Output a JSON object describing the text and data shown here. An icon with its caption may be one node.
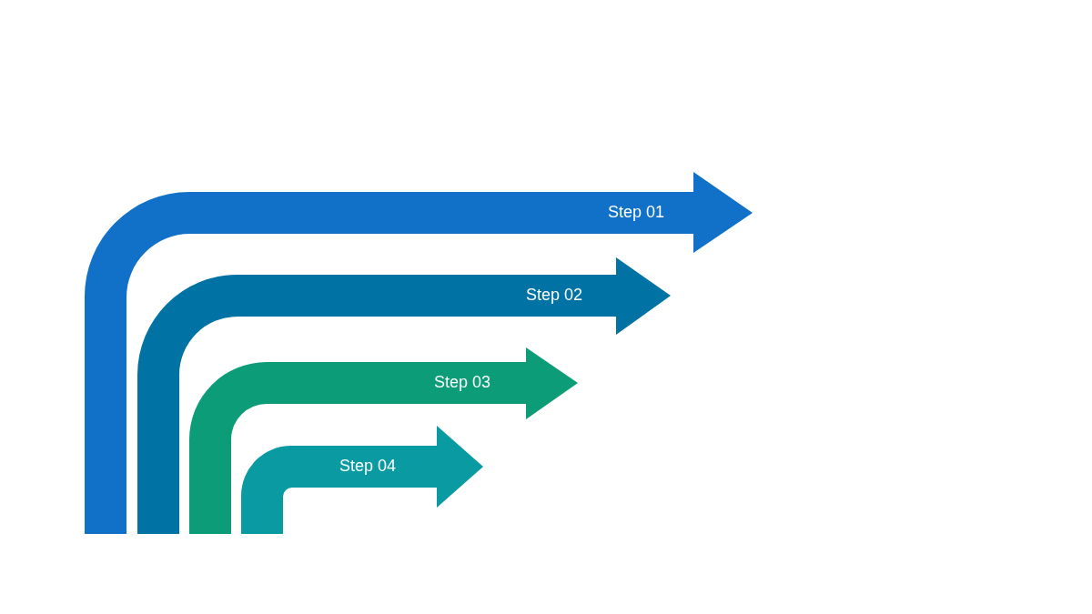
{
  "diagram": {
    "nodes": [
      {
        "text": [
          "Step 01"
        ]
      },
      {
        "text": [
          "Step 02"
        ]
      },
      {
        "text": [
          "Step 03"
        ]
      },
      {
        "text": [
          "Step 04"
        ]
      }
    ]
  }
}
